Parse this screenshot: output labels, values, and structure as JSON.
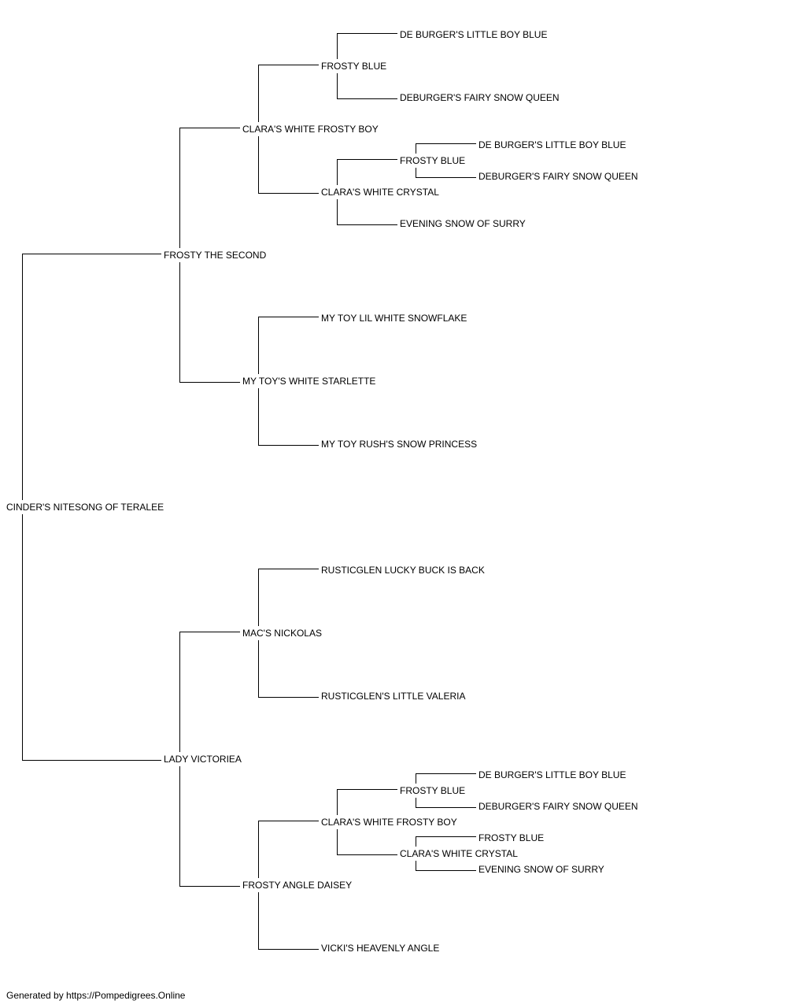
{
  "pedigree": {
    "name": "CINDER'S NITESONG OF TERALEE",
    "sire": {
      "name": "FROSTY THE SECOND",
      "sire": {
        "name": "CLARA'S WHITE FROSTY BOY",
        "sire": {
          "name": "FROSTY BLUE",
          "sire": {
            "name": "DE BURGER'S LITTLE BOY BLUE"
          },
          "dam": {
            "name": "DEBURGER'S FAIRY SNOW QUEEN"
          }
        },
        "dam": {
          "name": "CLARA'S WHITE CRYSTAL",
          "sire": {
            "name": "FROSTY BLUE",
            "sire": {
              "name": "DE BURGER'S LITTLE BOY BLUE"
            },
            "dam": {
              "name": "DEBURGER'S FAIRY SNOW QUEEN"
            }
          },
          "dam": {
            "name": "EVENING SNOW OF SURRY"
          }
        }
      },
      "dam": {
        "name": "MY TOY'S WHITE STARLETTE",
        "sire": {
          "name": "MY TOY LIL WHITE SNOWFLAKE"
        },
        "dam": {
          "name": "MY TOY RUSH'S SNOW PRINCESS"
        }
      }
    },
    "dam": {
      "name": "LADY VICTORIEA",
      "sire": {
        "name": "MAC'S NICKOLAS",
        "sire": {
          "name": "RUSTICGLEN LUCKY BUCK IS BACK"
        },
        "dam": {
          "name": "RUSTICGLEN'S LITTLE VALERIA"
        }
      },
      "dam": {
        "name": "FROSTY ANGLE DAISEY",
        "sire": {
          "name": "CLARA'S WHITE FROSTY BOY",
          "sire": {
            "name": "FROSTY BLUE",
            "sire": {
              "name": "DE BURGER'S LITTLE BOY BLUE"
            },
            "dam": {
              "name": "DEBURGER'S FAIRY SNOW QUEEN"
            }
          },
          "dam": {
            "name": "CLARA'S WHITE CRYSTAL",
            "sire": {
              "name": "FROSTY BLUE"
            },
            "dam": {
              "name": "EVENING SNOW OF SURRY"
            }
          }
        },
        "dam": {
          "name": "VICKI'S HEAVENLY ANGLE"
        }
      }
    }
  },
  "footer": "Generated by https://Pompedigrees.Online"
}
